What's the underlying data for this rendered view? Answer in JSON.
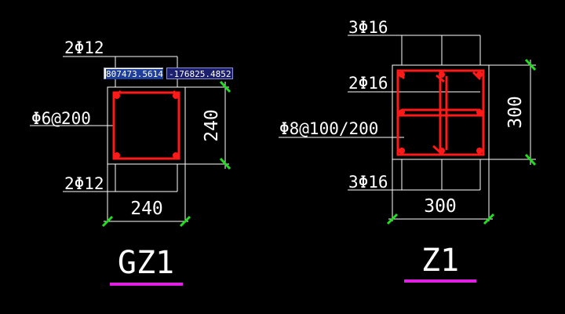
{
  "colors": {
    "background": "#000000",
    "lines": "#ffffff",
    "rebar": "#ff1a1a",
    "dimension_ticks": "#22dd22",
    "title_underline": "#e020e0"
  },
  "gz1": {
    "title": "GZ1",
    "top_rebar": "2Φ12",
    "stirrup": "Φ6@200",
    "bottom_rebar": "2Φ12",
    "dim_width": "240",
    "dim_height": "240"
  },
  "z1": {
    "title": "Z1",
    "top_rebar": "3Φ16",
    "side_rebar": "2Φ16",
    "stirrup": "Φ8@100/200",
    "bottom_rebar": "3Φ16",
    "dim_width": "300",
    "dim_height": "300"
  },
  "cursor_coords": {
    "x": "807473.5614",
    "y": "-176825.4852"
  }
}
